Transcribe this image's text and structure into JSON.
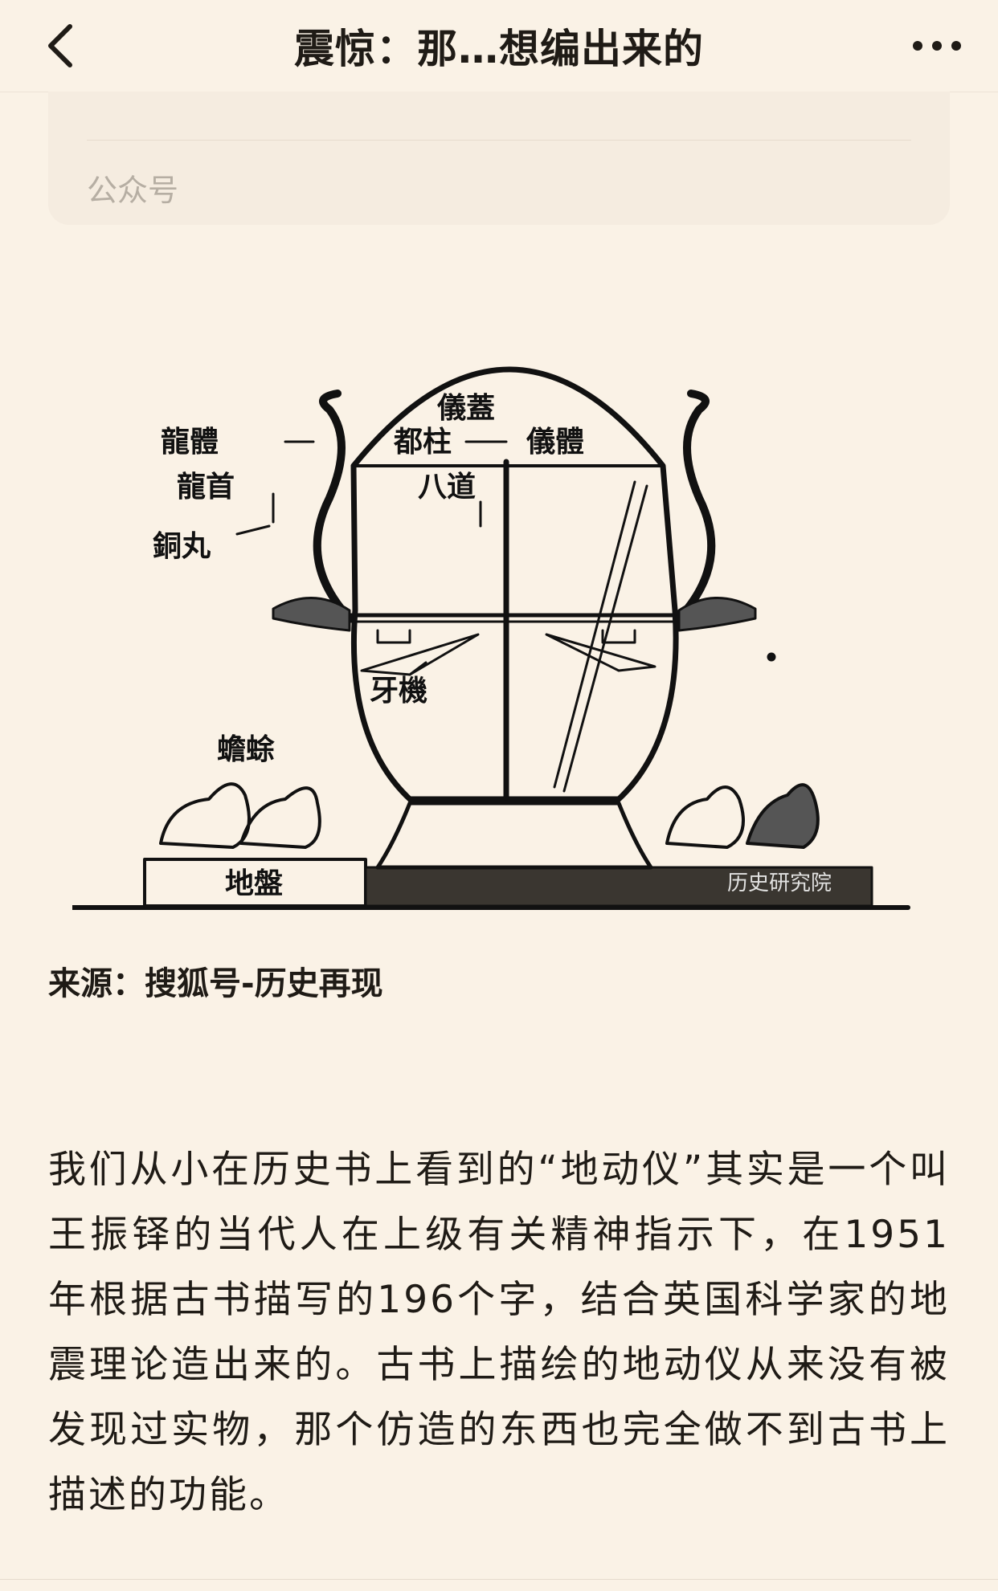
{
  "header": {
    "title": "震惊：那…想编出来的"
  },
  "card": {
    "label": "公众号"
  },
  "figure": {
    "labels": {
      "cover": "儀蓋",
      "dragon_body": "龍體",
      "pillar": "都柱",
      "instrument_body": "儀體",
      "dragon_head": "龍首",
      "eight_paths": "八道",
      "bronze_ball": "銅丸",
      "mechanism": "牙機",
      "toad": "蟾蜍",
      "base": "地盤",
      "watermark": "历史研究院"
    }
  },
  "caption": "来源：搜狐号-历史再现",
  "article": {
    "paragraph": "我们从小在历史书上看到的“地动仪”其实是一个叫王振铎的当代人在上级有关精神指示下，在1951年根据古书描写的196个字，结合英国科学家的地震理论造出来的。古书上描绘的地动仪从来没有被发现过实物，那个仿造的东西也完全做不到古书上描述的功能。"
  },
  "colors": {
    "background": "#faf2e6",
    "card": "#f5ece0",
    "ink": "#1f1b16",
    "muted": "#b6aea3"
  }
}
